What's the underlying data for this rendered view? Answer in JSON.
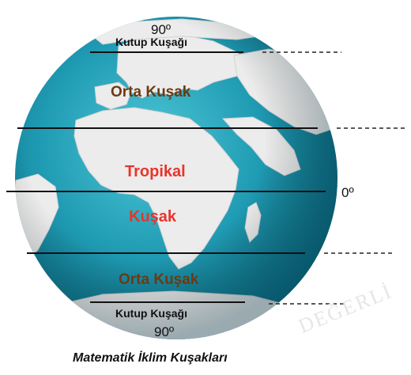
{
  "diagram": {
    "caption": "Matematik İklim Kuşakları",
    "watermark": "DEĞERLİ",
    "labels": {
      "top_degree": "90º",
      "bottom_degree": "90º",
      "equator_degree": "0º",
      "north_polar": "Kutup Kuşağı",
      "south_polar": "Kutup Kuşağı",
      "north_temperate": "Orta Kuşak",
      "south_temperate": "Orta Kuşak",
      "tropical_top": "Tropikal",
      "tropical_bottom": "Kuşak"
    },
    "colors": {
      "ocean": "#1f9bb3",
      "land": "#ececec",
      "temperate_text": "#6b3a12",
      "tropical_text": "#e8352b",
      "line": "#111111"
    }
  }
}
